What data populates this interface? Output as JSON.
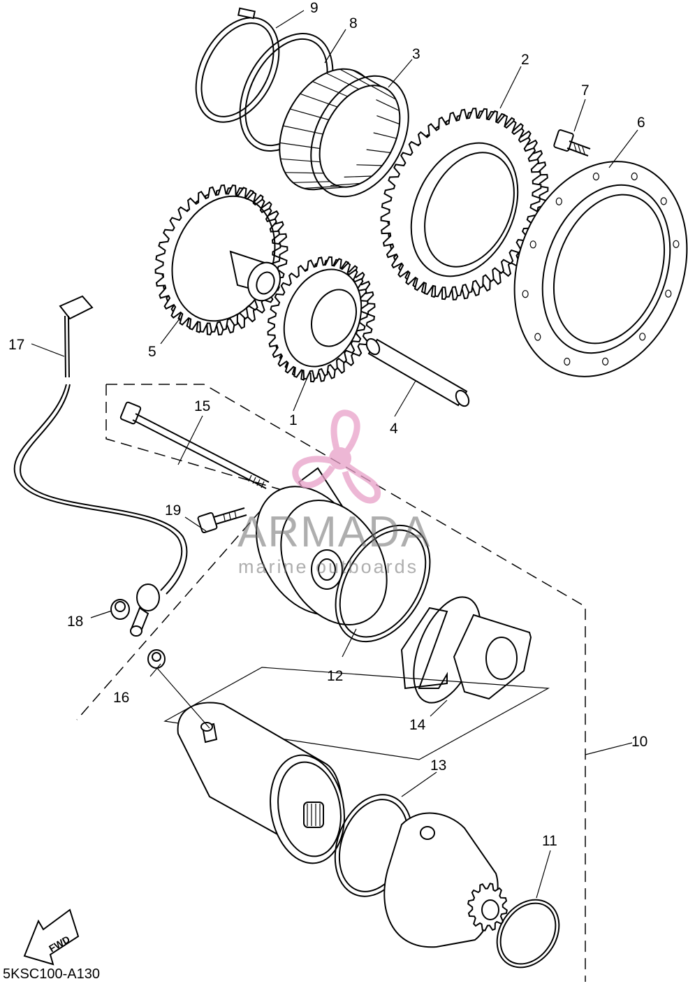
{
  "diagram": {
    "drawing_code": "5KSC100-A130",
    "fwd_label": "FWD",
    "watermark": {
      "brand": "ARMADA",
      "tagline": "marine outboards",
      "accent_color": "#e8a0c8"
    },
    "callouts": [
      {
        "id": "c1",
        "label": "1"
      },
      {
        "id": "c2",
        "label": "2"
      },
      {
        "id": "c3",
        "label": "3"
      },
      {
        "id": "c4",
        "label": "4"
      },
      {
        "id": "c5",
        "label": "5"
      },
      {
        "id": "c6",
        "label": "6"
      },
      {
        "id": "c7",
        "label": "7"
      },
      {
        "id": "c8",
        "label": "8"
      },
      {
        "id": "c9",
        "label": "9"
      },
      {
        "id": "c10",
        "label": "10"
      },
      {
        "id": "c11",
        "label": "11"
      },
      {
        "id": "c12",
        "label": "12"
      },
      {
        "id": "c13",
        "label": "13"
      },
      {
        "id": "c14",
        "label": "14"
      },
      {
        "id": "c15",
        "label": "15"
      },
      {
        "id": "c16",
        "label": "16"
      },
      {
        "id": "c17",
        "label": "17"
      },
      {
        "id": "c18",
        "label": "18"
      },
      {
        "id": "c19",
        "label": "19"
      }
    ]
  }
}
